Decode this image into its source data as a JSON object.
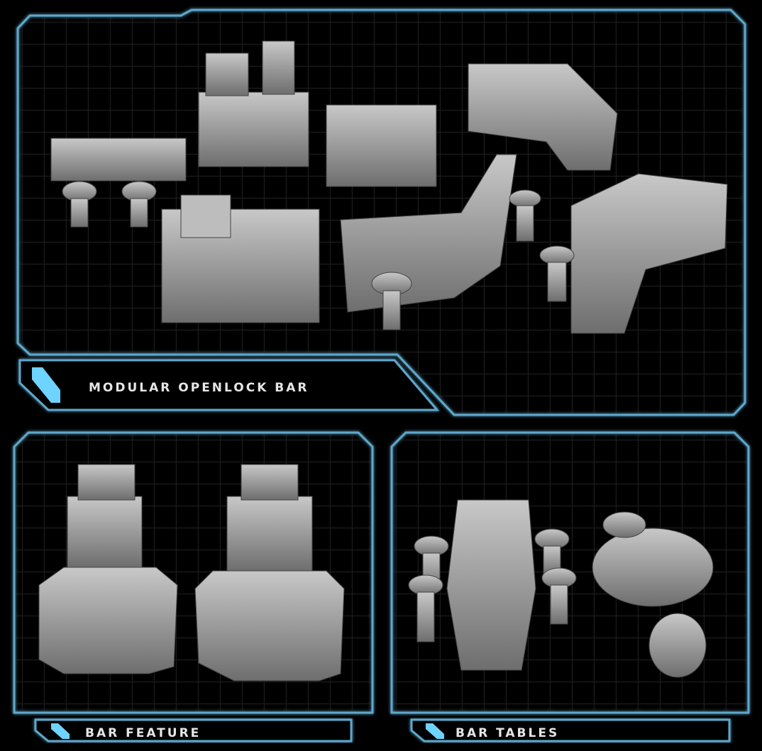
{
  "panels": [
    {
      "title": "MODULAR OPENLOCK BAR"
    },
    {
      "title": "BAR FEATURE"
    },
    {
      "title": "BAR TABLES"
    }
  ],
  "colors": {
    "frame": "#5fa8cc",
    "accent": "#6fd3ff",
    "grid": "#2e2e2e",
    "model": "#9a9a9a"
  }
}
